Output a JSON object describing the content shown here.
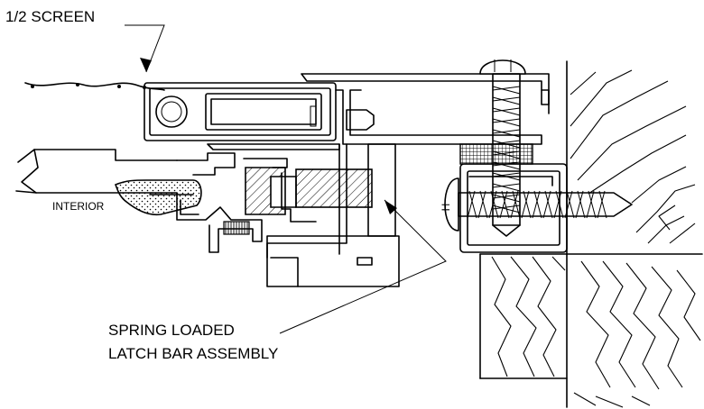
{
  "labels": {
    "screen": "1/2 SCREEN",
    "interior": "INTERIOR",
    "latch_line1": "SPRING LOADED",
    "latch_line2": "LATCH BAR ASSEMBLY",
    "screw_head_mark": "H"
  }
}
